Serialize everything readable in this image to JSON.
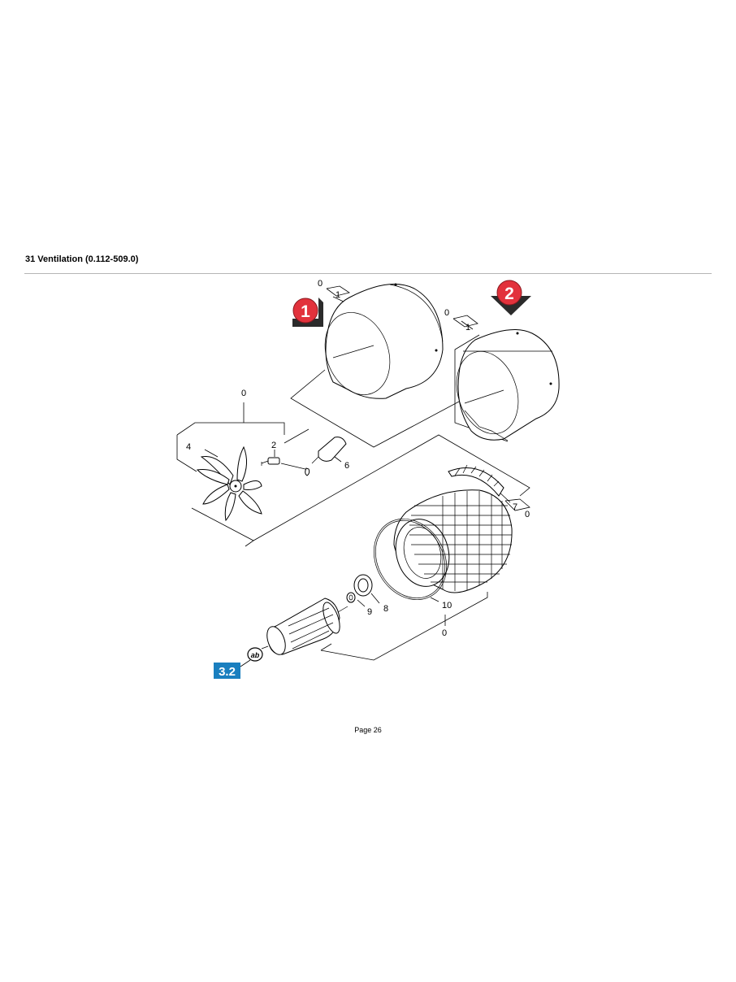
{
  "header": {
    "title": "31 Ventilation (0.112-509.0)"
  },
  "footer": {
    "page": "Page 26"
  },
  "markers": {
    "variant_1": "1",
    "variant_2": "2",
    "section_ref": "3.2",
    "lubricant_symbol": "ab",
    "marker_color": "#e2323c",
    "section_ref_color": "#1a7fbf"
  },
  "callouts": {
    "cover1_kit": "0",
    "cover1_item": "1",
    "cover2_kit": "0",
    "cover2_item": "1",
    "fan_kit": "0",
    "fan": "4",
    "screw": "2",
    "adhesive": "6",
    "segment_item": "7",
    "segment_kit": "0",
    "stator_kit": "0",
    "ring": "10",
    "bearing": "8",
    "washer": "9"
  }
}
